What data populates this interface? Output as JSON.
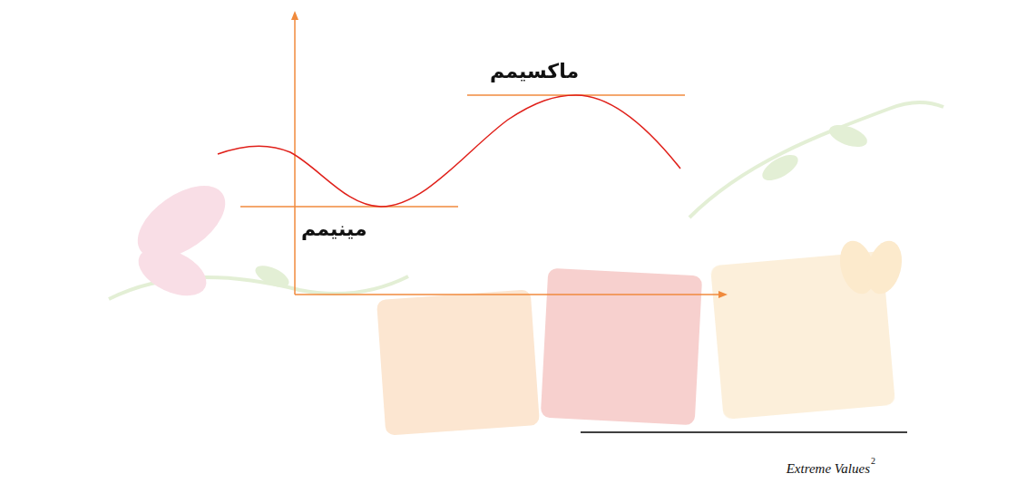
{
  "diagram": {
    "labels": [
      "ماکسیمم",
      "مینیمم",
      "Extreme Values",
      "2"
    ]
  }
}
